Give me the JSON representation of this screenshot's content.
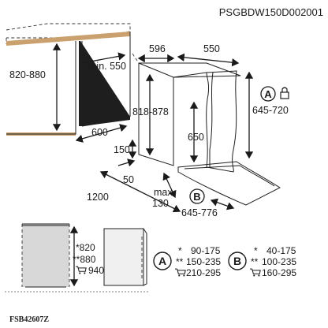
{
  "header": {
    "code": "PSGBDW150D002001"
  },
  "footer": {
    "code": "FSB42607Z"
  },
  "dimensions": {
    "niche_height": "820-880",
    "min_depth": "min. 550",
    "depth_600": "600",
    "width_596": "596",
    "depth_550": "550",
    "height_818": "818-878",
    "height_645": "645-720",
    "door_650": "650",
    "d150": "150",
    "d50": "50",
    "d1200": "1200",
    "max_label": "max.",
    "max_value": "130",
    "door_open": "645-776"
  },
  "badges": {
    "A": "A",
    "B": "B"
  },
  "front_heights": {
    "star": "*820",
    "double_star": "**880",
    "cart_value": "940"
  },
  "table_A": {
    "rows": [
      {
        "mark": "*",
        "value": "90-175"
      },
      {
        "mark": "**",
        "value": "150-235"
      },
      {
        "mark": "cart",
        "value": "210-295"
      }
    ]
  },
  "table_B": {
    "rows": [
      {
        "mark": "*",
        "value": "40-175"
      },
      {
        "mark": "**",
        "value": "100-235"
      },
      {
        "mark": "cart",
        "value": "160-295"
      }
    ]
  },
  "icons": {
    "lock": "lock-icon",
    "cart": "cart-icon"
  },
  "colors": {
    "wall": "#c9a06e",
    "panel_grey": "#d8d8d8",
    "ink": "#1a1a1a"
  }
}
